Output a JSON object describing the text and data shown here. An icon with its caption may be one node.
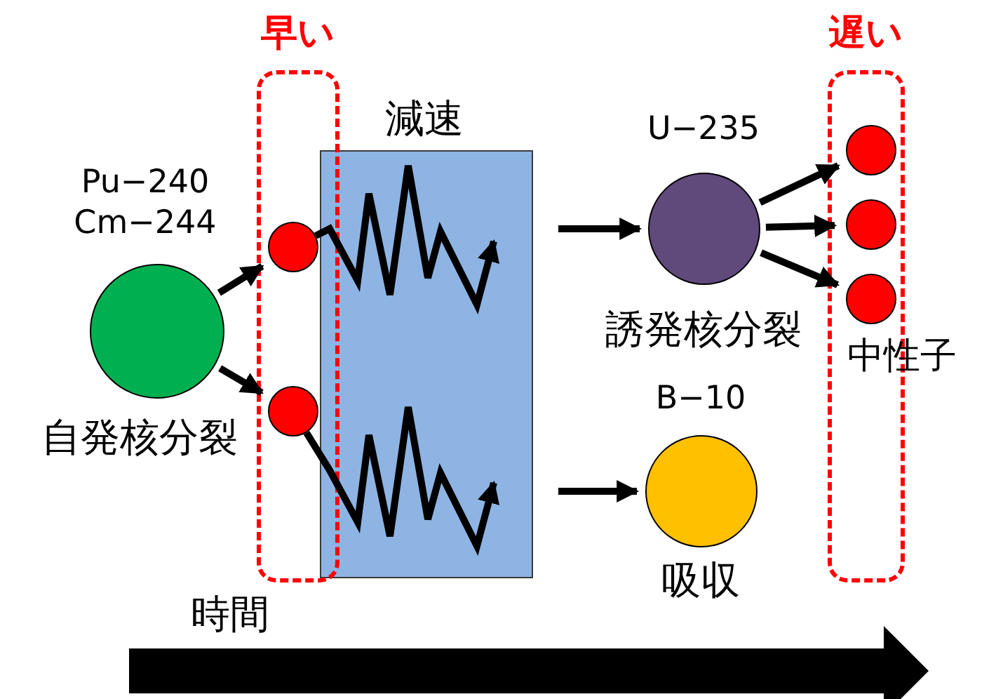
{
  "diagram": {
    "nodes": [
      {
        "text": [
          "早い"
        ]
      },
      {
        "text": [],
        "shape": "circle",
        "in": 0
      },
      {
        "text": [],
        "shape": "circle",
        "in": 0
      },
      {
        "text": [
          "Pu−240 Cm−244",
          "自発核分裂"
        ]
      },
      {
        "text": [
          "減速"
        ]
      },
      {
        "text": [
          "U−235",
          "誘発核分裂"
        ]
      },
      {
        "text": [
          "B−10",
          "吸収"
        ]
      },
      {
        "text": [
          "遅い"
        ]
      },
      {
        "text": [],
        "shape": "circle",
        "in": 7
      },
      {
        "text": [],
        "shape": "circle",
        "in": 7
      },
      {
        "text": [],
        "shape": "circle",
        "in": 7
      }
    ],
    "edges": [
      {
        "from": 3,
        "to": 1,
        "arrow": "to"
      },
      {
        "from": 3,
        "to": 2,
        "arrow": "to"
      },
      {
        "from": 1,
        "to": 4,
        "arrow": "to"
      },
      {
        "from": 2,
        "to": 4,
        "arrow": "to"
      },
      {
        "from": null,
        "to": 5,
        "arrow": "to"
      },
      {
        "from": null,
        "to": 6,
        "arrow": "to"
      },
      {
        "from": 5,
        "to": 8,
        "arrow": "to"
      },
      {
        "from": 5,
        "to": 9,
        "arrow": "to"
      },
      {
        "from": 5,
        "to": 10,
        "arrow": "to"
      }
    ],
    "labels": [
      "中性子",
      "時間"
    ]
  }
}
